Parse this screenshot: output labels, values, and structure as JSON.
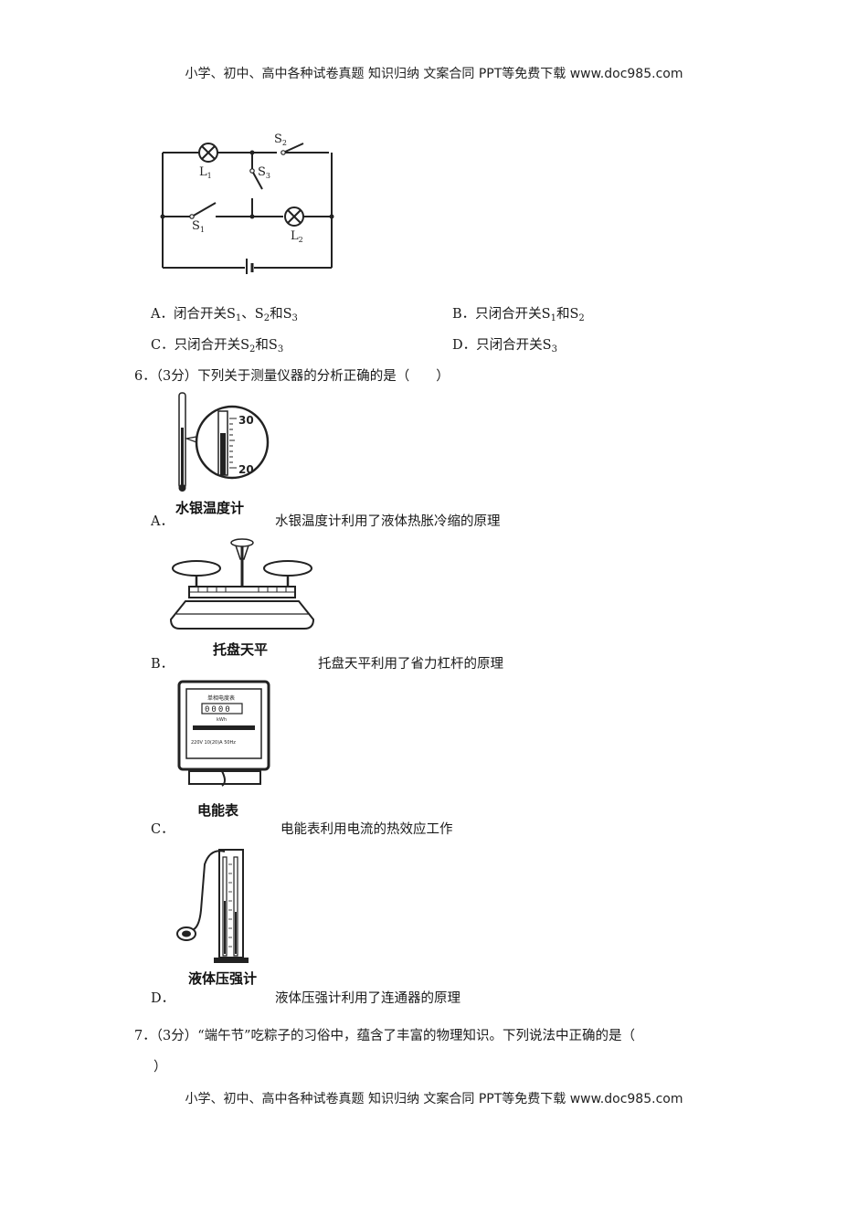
{
  "header": {
    "text": "小学、初中、高中各种试卷真题 知识归纳 文案合同 PPT等免费下载  www.doc985.com"
  },
  "footer": {
    "text": "小学、初中、高中各种试卷真题 知识归纳 文案合同 PPT等免费下载  www.doc985.com"
  },
  "q5": {
    "circuit": {
      "labels": {
        "L1": "L",
        "L1_sub": "1",
        "L2": "L",
        "L2_sub": "2",
        "S1": "S",
        "S1_sub": "1",
        "S2": "S",
        "S2_sub": "2",
        "S3": "S",
        "S3_sub": "3"
      }
    },
    "options": {
      "A": {
        "letter": "A．",
        "text": "闭合开关S",
        "s1": "1",
        "sep": "、S",
        "s2": "2",
        "and": "和S",
        "s3": "3"
      },
      "B": {
        "letter": "B．",
        "text": "只闭合开关S",
        "s1": "1",
        "and": "和S",
        "s2": "2"
      },
      "C": {
        "letter": "C．",
        "text": "只闭合开关S",
        "s2": "2",
        "and": "和S",
        "s3": "3"
      },
      "D": {
        "letter": "D．",
        "text": "只闭合开关S",
        "s3": "3"
      }
    }
  },
  "q6": {
    "stem": "6．（3分）下列关于测量仪器的分析正确的是（　　）",
    "options": [
      {
        "letter": "A．",
        "caption": "水银温度计",
        "text": "水银温度计利用了液体热胀冷缩的原理",
        "scale": [
          "30",
          "20"
        ]
      },
      {
        "letter": "B．",
        "caption": "托盘天平",
        "text": "托盘天平利用了省力杠杆的原理"
      },
      {
        "letter": "C．",
        "caption": "电能表",
        "text": "电能表利用电流的热效应工作",
        "meter_title": "单相电度表",
        "meter_unit": "kWh",
        "meter_spec": "220V  10(20)A  50Hz",
        "digits": "0000"
      },
      {
        "letter": "D．",
        "caption": "液体压强计",
        "text": "液体压强计利用了连通器的原理"
      }
    ]
  },
  "q7": {
    "stem": "7．（3分）“端午节”吃粽子的习俗中，蕴含了丰富的物理知识。下列说法中正确的是（",
    "stem_end": "）"
  }
}
